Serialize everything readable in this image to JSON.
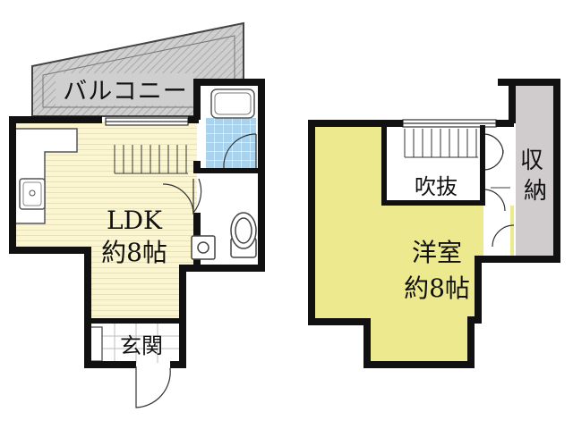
{
  "floor_plan": {
    "balcony": "バルコニー",
    "ldk": {
      "name": "LDK",
      "size": "約8帖"
    },
    "entrance": "玄関",
    "atrium": "吹抜",
    "western_room": {
      "name": "洋室",
      "size": "約8帖"
    },
    "storage": "収納"
  },
  "colors": {
    "wall": "#111111",
    "room_fill": "#fbf6cf",
    "room_stripe": "#ece2a4",
    "upper_room_fill": "#ede98e",
    "bath_tile": "#a9d3ec",
    "balcony_fill": "#c8c8c8",
    "storage_fill": "#d0ccce"
  }
}
